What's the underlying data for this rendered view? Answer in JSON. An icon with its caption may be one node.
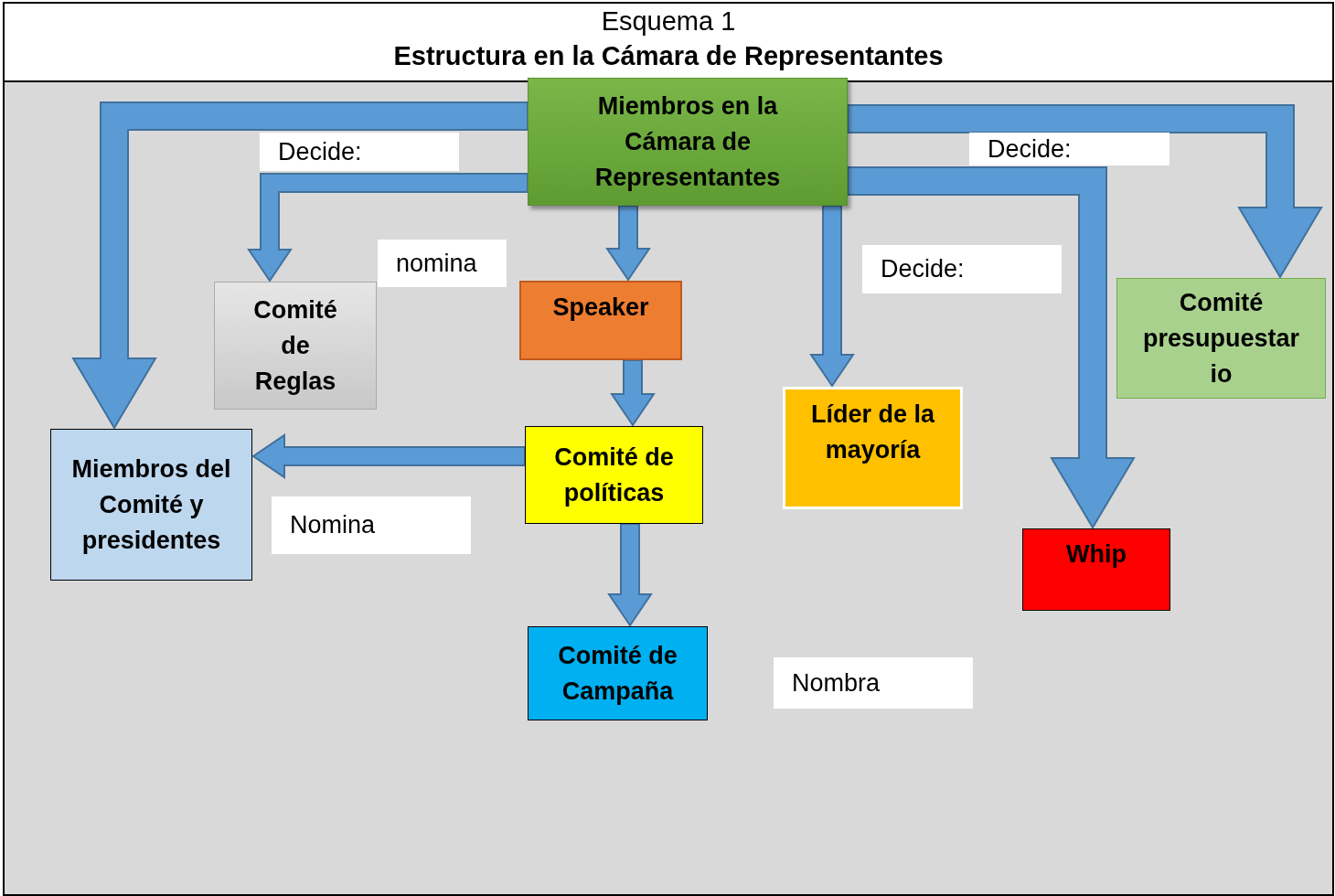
{
  "diagram": {
    "title": "Estructura en la Cámara de Representantes",
    "nodes": [
      {
        "text": [
          "Miembros en la Cámara de Representantes"
        ]
      },
      {
        "text": [
          "Comité de Reglas"
        ]
      },
      {
        "text": [
          "Speaker"
        ]
      },
      {
        "text": [
          "Comité presupuestario"
        ]
      },
      {
        "text": [
          "Líder de la mayoría"
        ]
      },
      {
        "text": [
          "Miembros del Comité y presidentes"
        ]
      },
      {
        "text": [
          "Comité de políticas"
        ]
      },
      {
        "text": [
          "Whip"
        ]
      },
      {
        "text": [
          "Comité de Campaña"
        ]
      }
    ],
    "edges": [
      {
        "from": 0,
        "to": 5,
        "arrow": "to",
        "style": "thick"
      },
      {
        "from": 0,
        "to": 1,
        "arrow": "to"
      },
      {
        "from": 0,
        "to": 2,
        "arrow": "to"
      },
      {
        "from": 0,
        "to": 4,
        "arrow": "to"
      },
      {
        "from": 0,
        "to": 7,
        "arrow": "to",
        "style": "thick"
      },
      {
        "from": 0,
        "to": 3,
        "arrow": "to",
        "style": "thick"
      },
      {
        "from": 2,
        "to": 6,
        "arrow": "to"
      },
      {
        "from": 6,
        "to": 5,
        "arrow": "to"
      },
      {
        "from": 6,
        "to": 8,
        "arrow": "to"
      }
    ],
    "labels": [
      "Esquema 1",
      "Decide:",
      "Decide:",
      "nomina",
      "Decide:",
      "Nomina",
      "Nombra"
    ]
  }
}
